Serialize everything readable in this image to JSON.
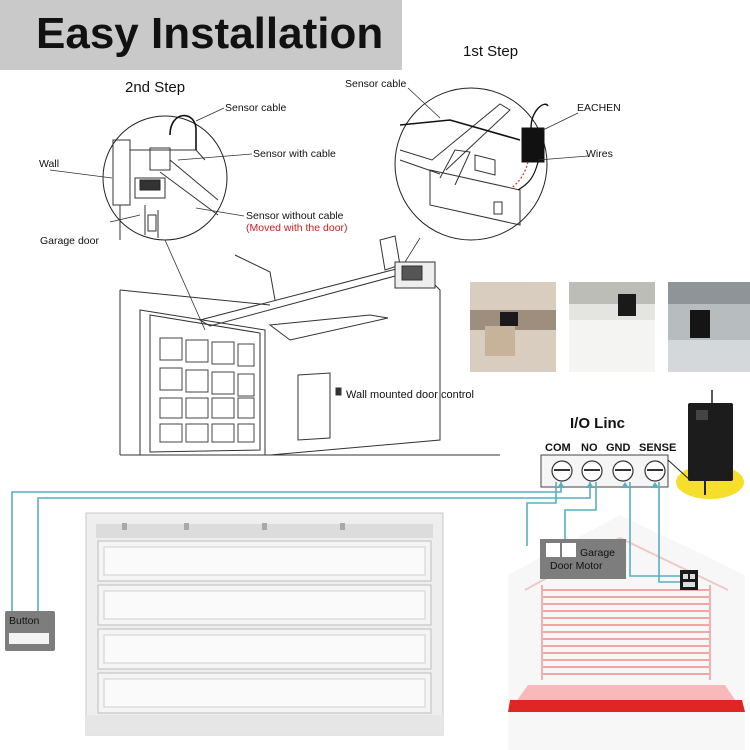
{
  "title": "Easy Installation",
  "step1": {
    "heading": "1st Step",
    "sensor_cable": "Sensor cable",
    "brand": "EACHEN",
    "wires": "Wires"
  },
  "step2": {
    "heading": "2nd Step",
    "sensor_cable": "Sensor cable",
    "wall": "Wall",
    "sensor_with_cable": "Sensor with cable",
    "garage_door": "Garage door",
    "sensor_without_cable": "Sensor without cable",
    "moved_note": "(Moved with the door)"
  },
  "wall_control": "Wall mounted door control",
  "io_linc": {
    "title": "I/O Linc",
    "terminals": [
      "COM",
      "NO",
      "GND",
      "SENSE"
    ]
  },
  "button_label": "Button",
  "motor_label": [
    "Garage",
    "Door Motor"
  ],
  "colors": {
    "title_bg": "#c9c9c9",
    "wire": "#5aaec0",
    "red_text": "#d21c1c",
    "highlight": "#f5df2a",
    "door_red": "#e02525"
  }
}
